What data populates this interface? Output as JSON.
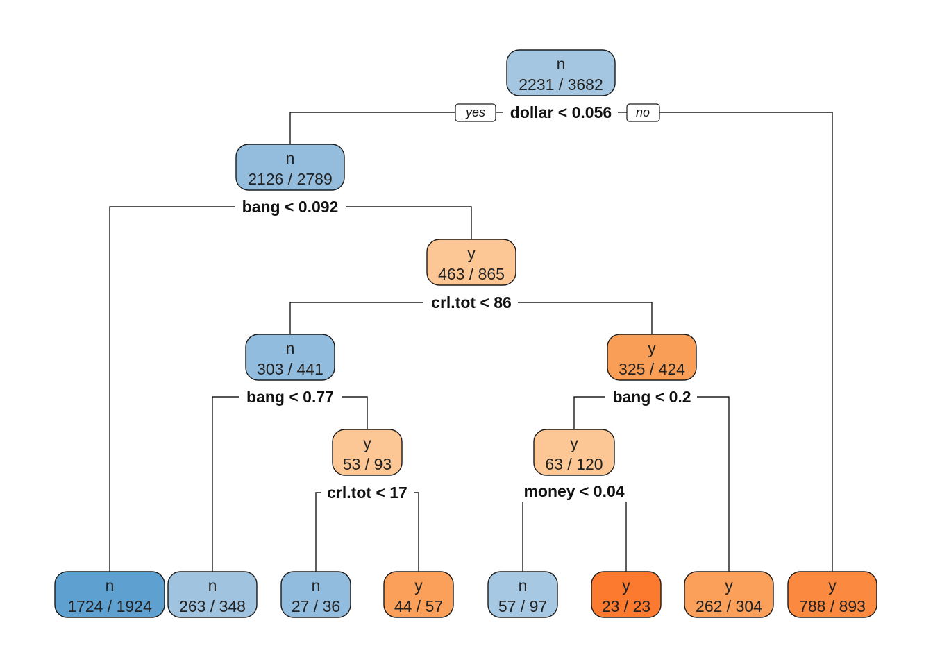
{
  "tree": {
    "edge_tags": {
      "left": "yes",
      "right": "no"
    },
    "nodes": [
      {
        "id": "root",
        "class": "n",
        "count": "2231 / 3682",
        "color": "#a4c6e0"
      },
      {
        "id": "n2",
        "class": "n",
        "count": "2126 / 2789",
        "color": "#94bddd"
      },
      {
        "id": "n3",
        "class": "y",
        "count": "463 / 865",
        "color": "#fcc795"
      },
      {
        "id": "n4",
        "class": "n",
        "count": "303 / 441",
        "color": "#92bcdd"
      },
      {
        "id": "n5",
        "class": "y",
        "count": "325 / 424",
        "color": "#f99e57"
      },
      {
        "id": "n6",
        "class": "y",
        "count": "53 / 93",
        "color": "#fcc795"
      },
      {
        "id": "n7",
        "class": "y",
        "count": "63 / 120",
        "color": "#fcc795"
      },
      {
        "id": "leaf1",
        "class": "n",
        "count": "1724 / 1924",
        "color": "#5ea0cf"
      },
      {
        "id": "leaf2",
        "class": "n",
        "count": "263 / 348",
        "color": "#a0c4e0"
      },
      {
        "id": "leaf3",
        "class": "n",
        "count": "27 / 36",
        "color": "#92bcdd"
      },
      {
        "id": "leaf4",
        "class": "y",
        "count": "44 / 57",
        "color": "#fba05a"
      },
      {
        "id": "leaf5",
        "class": "n",
        "count": "57 / 97",
        "color": "#a6c8e2"
      },
      {
        "id": "leaf6",
        "class": "y",
        "count": "23 / 23",
        "color": "#fb7a30"
      },
      {
        "id": "leaf7",
        "class": "y",
        "count": "262 / 304",
        "color": "#fba05a"
      },
      {
        "id": "leaf8",
        "class": "y",
        "count": "788 / 893",
        "color": "#fb8940"
      }
    ],
    "splits": [
      {
        "id": "root",
        "label": "dollar < 0.056"
      },
      {
        "id": "n2",
        "label": "bang < 0.092"
      },
      {
        "id": "n3",
        "label": "crl.tot < 86"
      },
      {
        "id": "n4",
        "label": "bang < 0.77"
      },
      {
        "id": "n5",
        "label": "bang < 0.2"
      },
      {
        "id": "n6",
        "label": "crl.tot < 17"
      },
      {
        "id": "n7",
        "label": "money < 0.04"
      }
    ]
  }
}
